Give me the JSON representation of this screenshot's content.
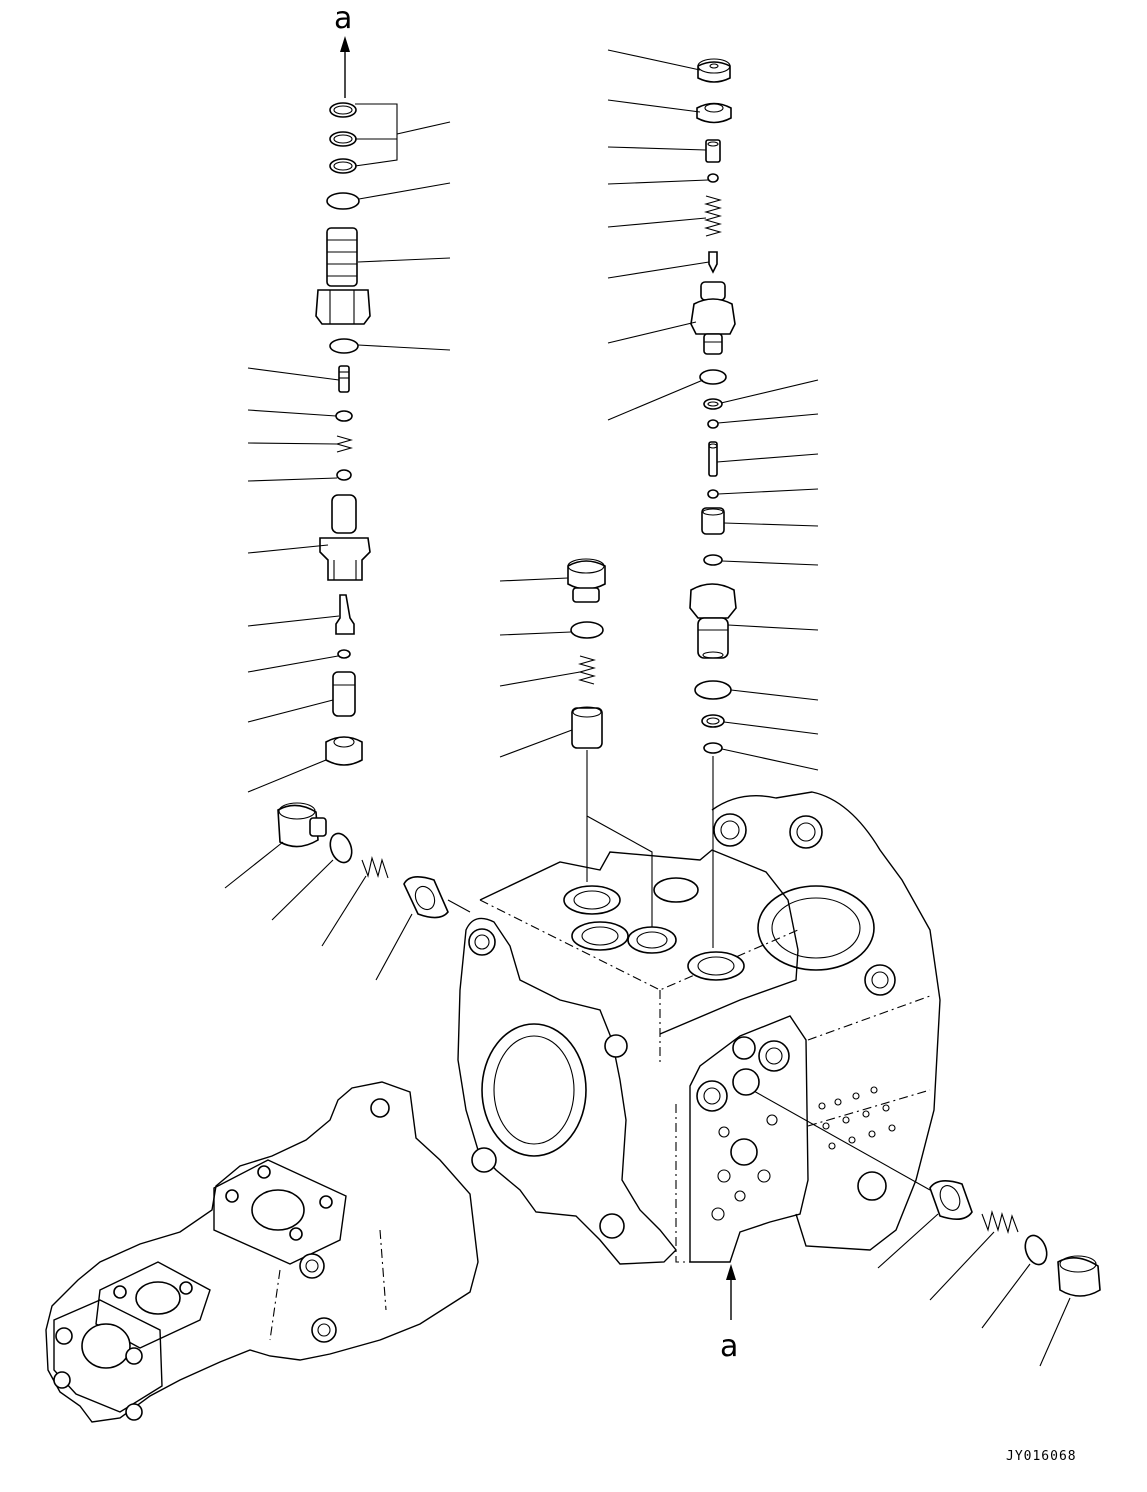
{
  "diagram": {
    "ref_label_top": "a",
    "ref_label_bottom": "a",
    "drawing_code": "JY016068"
  }
}
